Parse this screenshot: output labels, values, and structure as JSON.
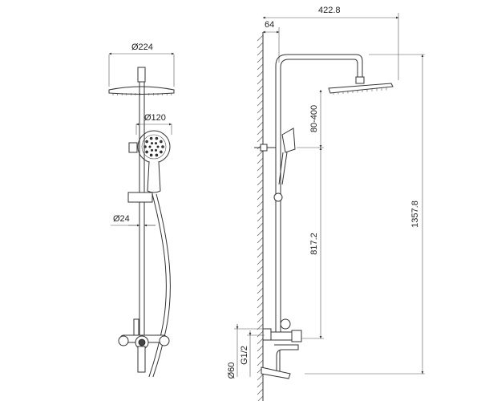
{
  "front_view": {
    "head_diameter": "Ø224",
    "hand_shower_diameter": "Ø120",
    "rail_diameter": "Ø24"
  },
  "side_view": {
    "total_reach": "422.8",
    "wall_offset": "64",
    "adjust_range": "80-400",
    "rail_height": "817.2",
    "total_height": "1357.8",
    "outlet_diameter": "Ø60",
    "thread": "G1/2"
  }
}
